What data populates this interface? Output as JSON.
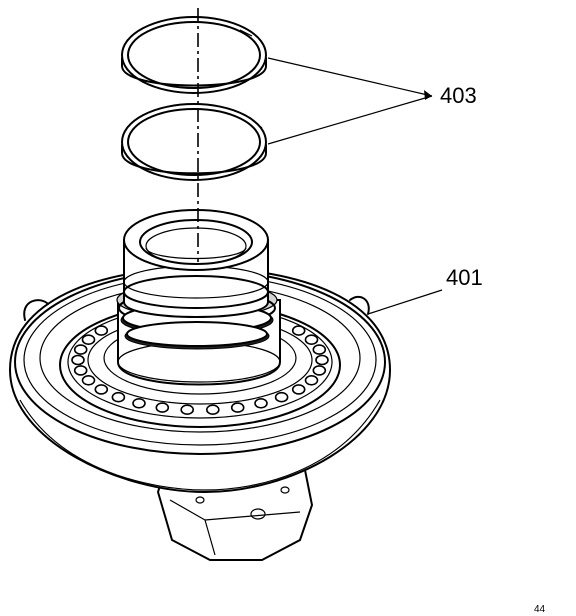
{
  "callouts": {
    "seal_rings": "403",
    "support": "401"
  },
  "corner_mark": "44"
}
